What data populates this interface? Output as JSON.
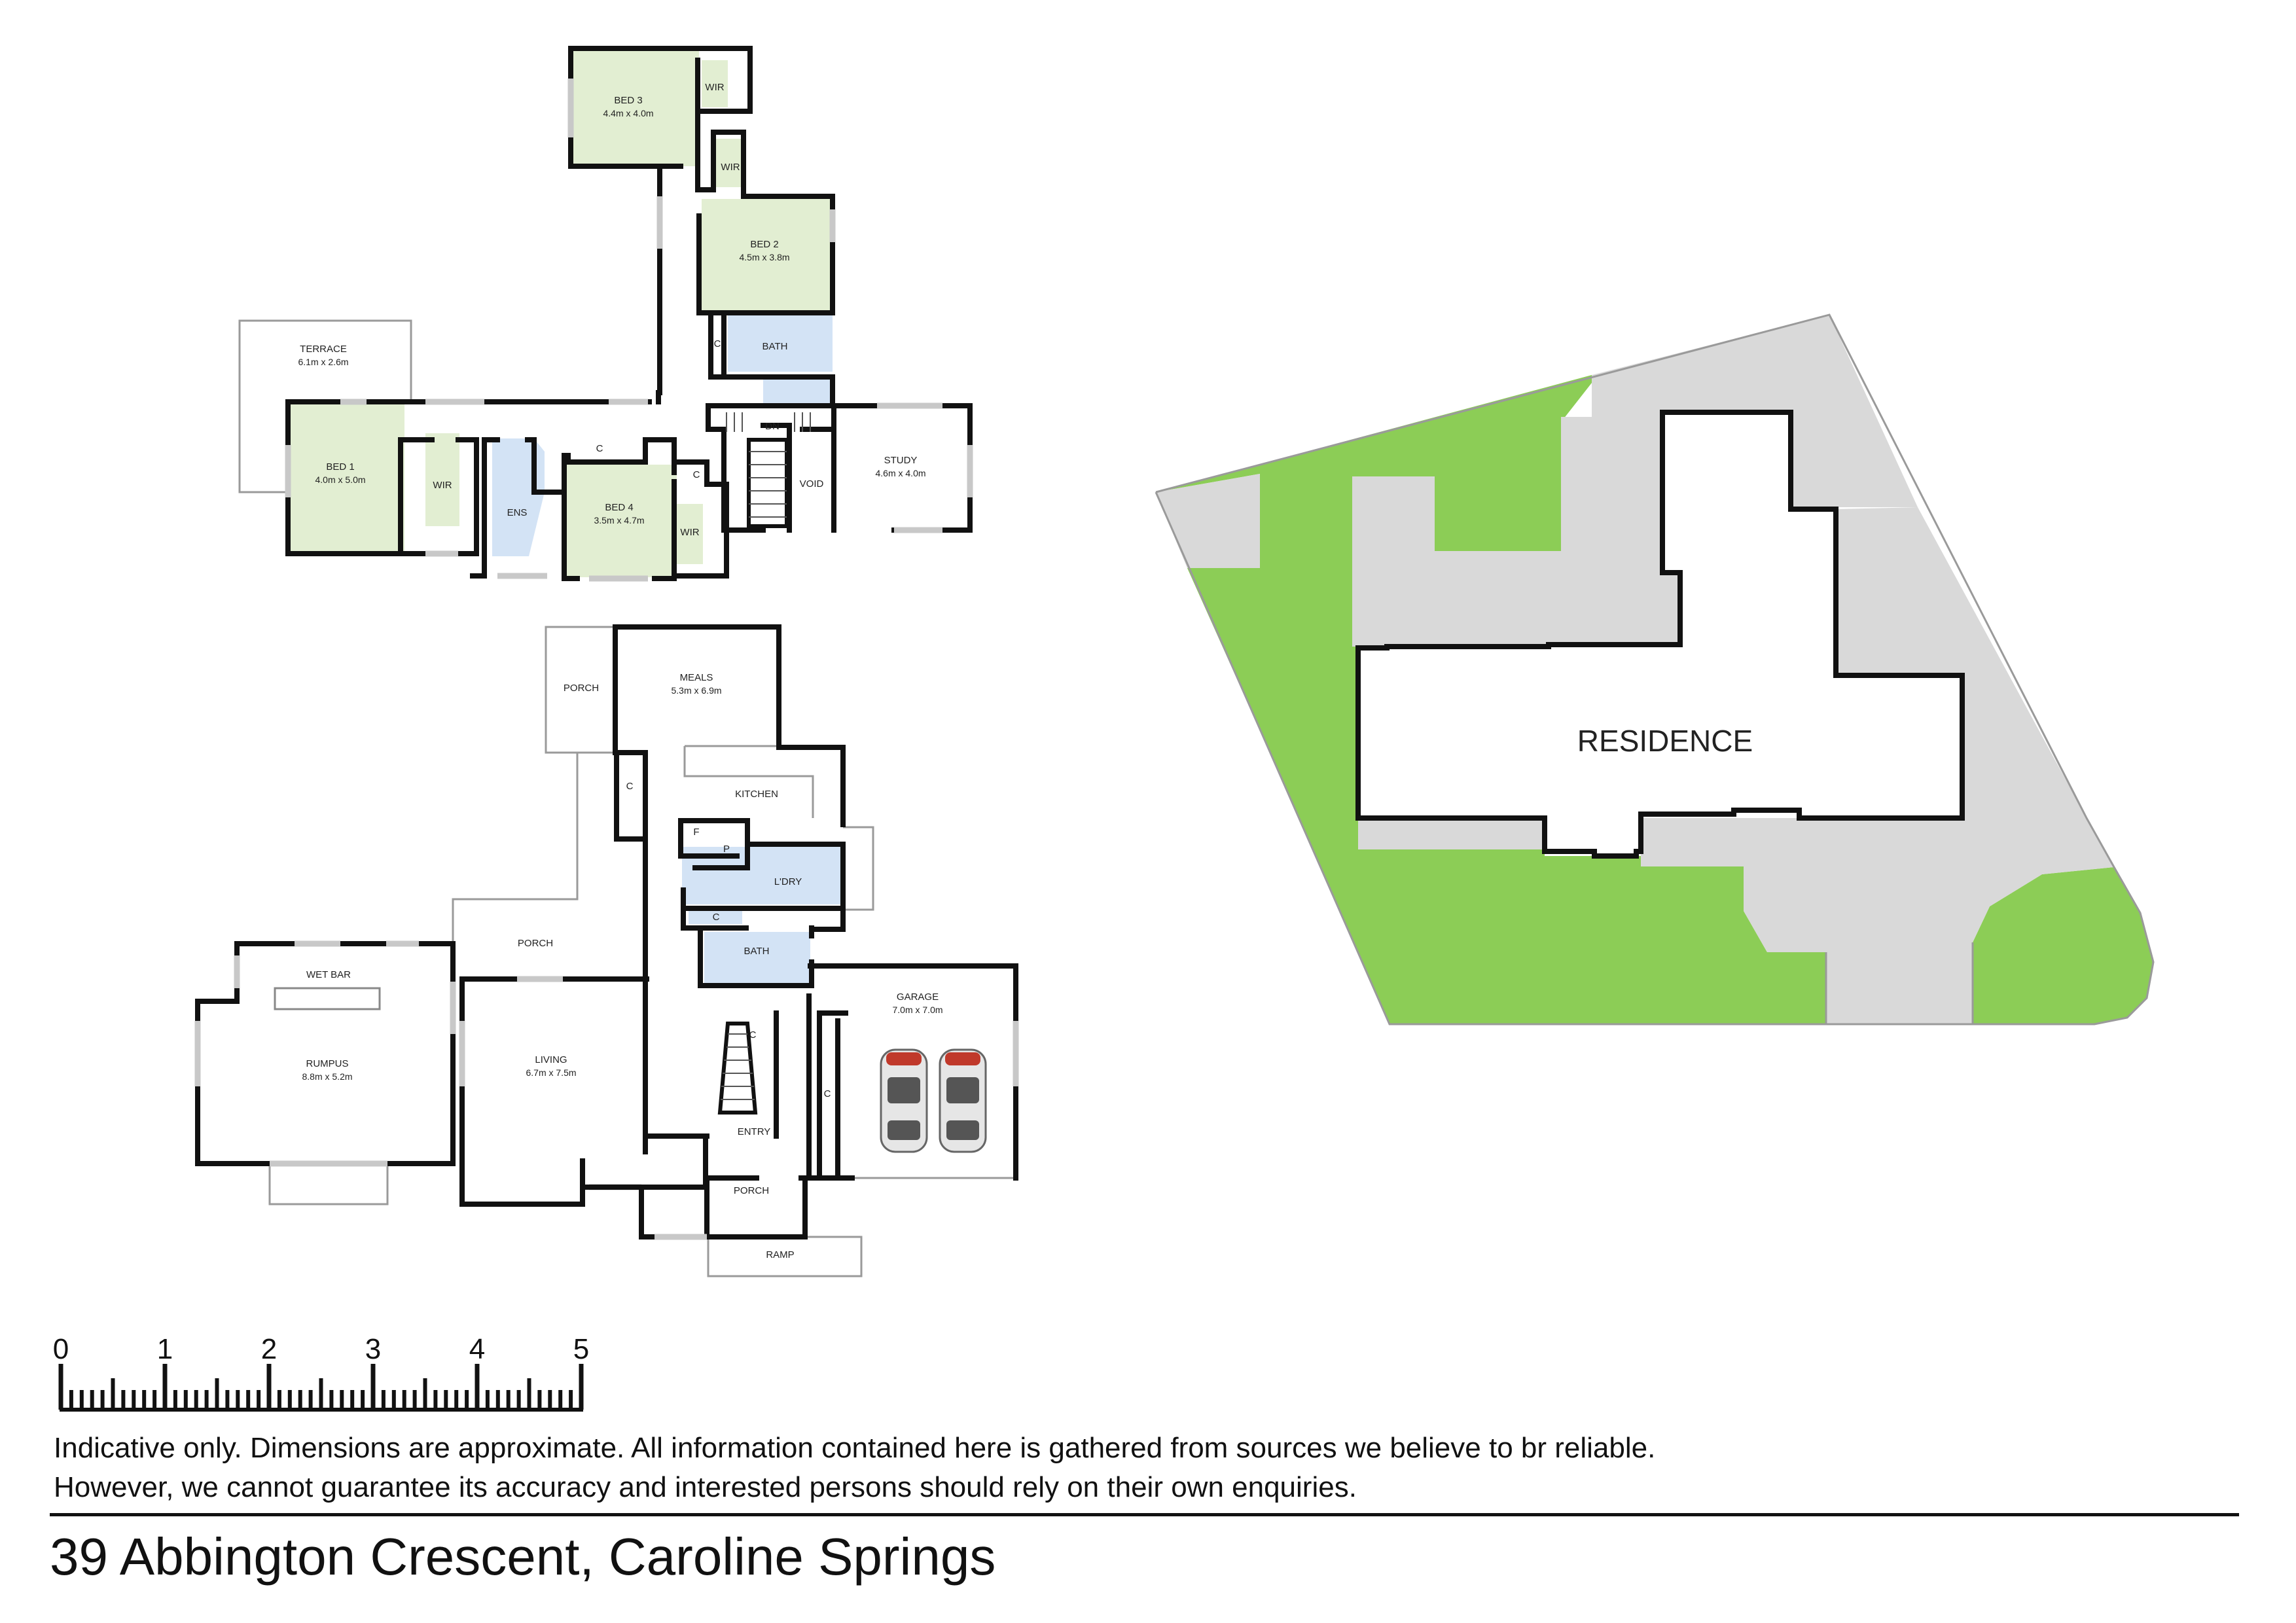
{
  "upper_floor": {
    "rooms": [
      {
        "id": "bed3",
        "name": "BED 3",
        "dims": "4.4m x 4.0m"
      },
      {
        "id": "wir_bed3",
        "name": "WIR",
        "dims": ""
      },
      {
        "id": "wir_bed2",
        "name": "WIR",
        "dims": ""
      },
      {
        "id": "bed2",
        "name": "BED 2",
        "dims": "4.5m x 3.8m"
      },
      {
        "id": "bath_up",
        "name": "BATH",
        "dims": ""
      },
      {
        "id": "c_bath",
        "name": "C",
        "dims": ""
      },
      {
        "id": "terrace",
        "name": "TERRACE",
        "dims": "6.1m x 2.6m"
      },
      {
        "id": "bed1",
        "name": "BED 1",
        "dims": "4.0m x 5.0m"
      },
      {
        "id": "wir_bed1",
        "name": "WIR",
        "dims": ""
      },
      {
        "id": "ens",
        "name": "ENS",
        "dims": ""
      },
      {
        "id": "c_bed4",
        "name": "C",
        "dims": ""
      },
      {
        "id": "bed4",
        "name": "BED 4",
        "dims": "3.5m x 4.7m"
      },
      {
        "id": "c_hall",
        "name": "C",
        "dims": ""
      },
      {
        "id": "wir_bed4",
        "name": "WIR",
        "dims": ""
      },
      {
        "id": "dn",
        "name": "DN",
        "dims": ""
      },
      {
        "id": "void",
        "name": "VOID",
        "dims": ""
      },
      {
        "id": "study",
        "name": "STUDY",
        "dims": "4.6m x 4.0m"
      }
    ]
  },
  "ground_floor": {
    "rooms": [
      {
        "id": "porch_meals",
        "name": "PORCH",
        "dims": ""
      },
      {
        "id": "meals",
        "name": "MEALS",
        "dims": "5.3m x 6.9m"
      },
      {
        "id": "c_meals",
        "name": "C",
        "dims": ""
      },
      {
        "id": "kitchen",
        "name": "KITCHEN",
        "dims": ""
      },
      {
        "id": "f",
        "name": "F",
        "dims": ""
      },
      {
        "id": "p",
        "name": "P",
        "dims": ""
      },
      {
        "id": "ldry",
        "name": "L'DRY",
        "dims": ""
      },
      {
        "id": "c_ldry",
        "name": "C",
        "dims": ""
      },
      {
        "id": "porch_mid",
        "name": "PORCH",
        "dims": ""
      },
      {
        "id": "bath_ground",
        "name": "BATH",
        "dims": ""
      },
      {
        "id": "wet_bar",
        "name": "WET BAR",
        "dims": ""
      },
      {
        "id": "rumpus",
        "name": "RUMPUS",
        "dims": "8.8m x 5.2m"
      },
      {
        "id": "living",
        "name": "LIVING",
        "dims": "6.7m x 7.5m"
      },
      {
        "id": "c_stair",
        "name": "C",
        "dims": ""
      },
      {
        "id": "entry",
        "name": "ENTRY",
        "dims": ""
      },
      {
        "id": "garage",
        "name": "GARAGE",
        "dims": "7.0m x 7.0m"
      },
      {
        "id": "c_garage",
        "name": "C",
        "dims": ""
      },
      {
        "id": "porch_entry",
        "name": "PORCH",
        "dims": ""
      },
      {
        "id": "ramp",
        "name": "RAMP",
        "dims": ""
      }
    ]
  },
  "site_plan": {
    "label": "RESIDENCE",
    "colors": {
      "lawn": "#8ccd56",
      "paving": "#d9d9d9",
      "building": "#ffffff",
      "outline": "#111111"
    }
  },
  "scale_bar": {
    "unit_labels": [
      "0",
      "1",
      "2",
      "3",
      "4",
      "5"
    ]
  },
  "disclaimer": {
    "line1": "Indicative only. Dimensions are approximate. All information contained here is gathered from sources we believe to br reliable.",
    "line2": "However, we cannot guarantee its accuracy and interested persons should rely on their own enquiries."
  },
  "address": "39 Abbington Crescent, Caroline Springs",
  "colors": {
    "bedroom": "#e2eed2",
    "wet_area": "#d3e3f5",
    "wall": "#111111"
  }
}
